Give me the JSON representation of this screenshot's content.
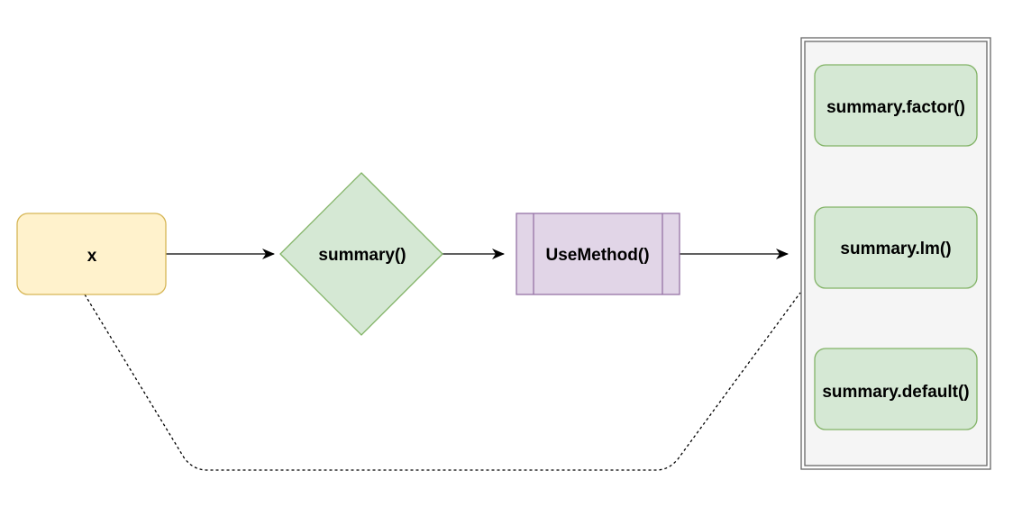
{
  "diagram": {
    "nodes": {
      "input_x": {
        "label": "x",
        "fill": "#fff2cc",
        "stroke": "#d6b656"
      },
      "summary_generic": {
        "label": "summary()",
        "fill": "#d5e8d4",
        "stroke": "#82b366"
      },
      "use_method": {
        "label": "UseMethod()",
        "fill": "#e1d5e7",
        "stroke": "#9673a6"
      },
      "methods_container": {
        "fill": "#f5f5f5",
        "stroke": "#666666"
      },
      "methods": [
        {
          "label": "summary.factor()",
          "fill": "#d5e8d4",
          "stroke": "#82b366"
        },
        {
          "label": "summary.lm()",
          "fill": "#d5e8d4",
          "stroke": "#82b366"
        },
        {
          "label": "summary.default()",
          "fill": "#d5e8d4",
          "stroke": "#82b366"
        }
      ]
    },
    "edges": [
      {
        "from": "input_x",
        "to": "summary_generic",
        "style": "solid-arrow"
      },
      {
        "from": "summary_generic",
        "to": "use_method",
        "style": "solid-arrow"
      },
      {
        "from": "use_method",
        "to": "methods_container",
        "style": "solid-arrow"
      },
      {
        "from": "input_x",
        "to": "methods_container",
        "style": "dashed"
      }
    ]
  }
}
